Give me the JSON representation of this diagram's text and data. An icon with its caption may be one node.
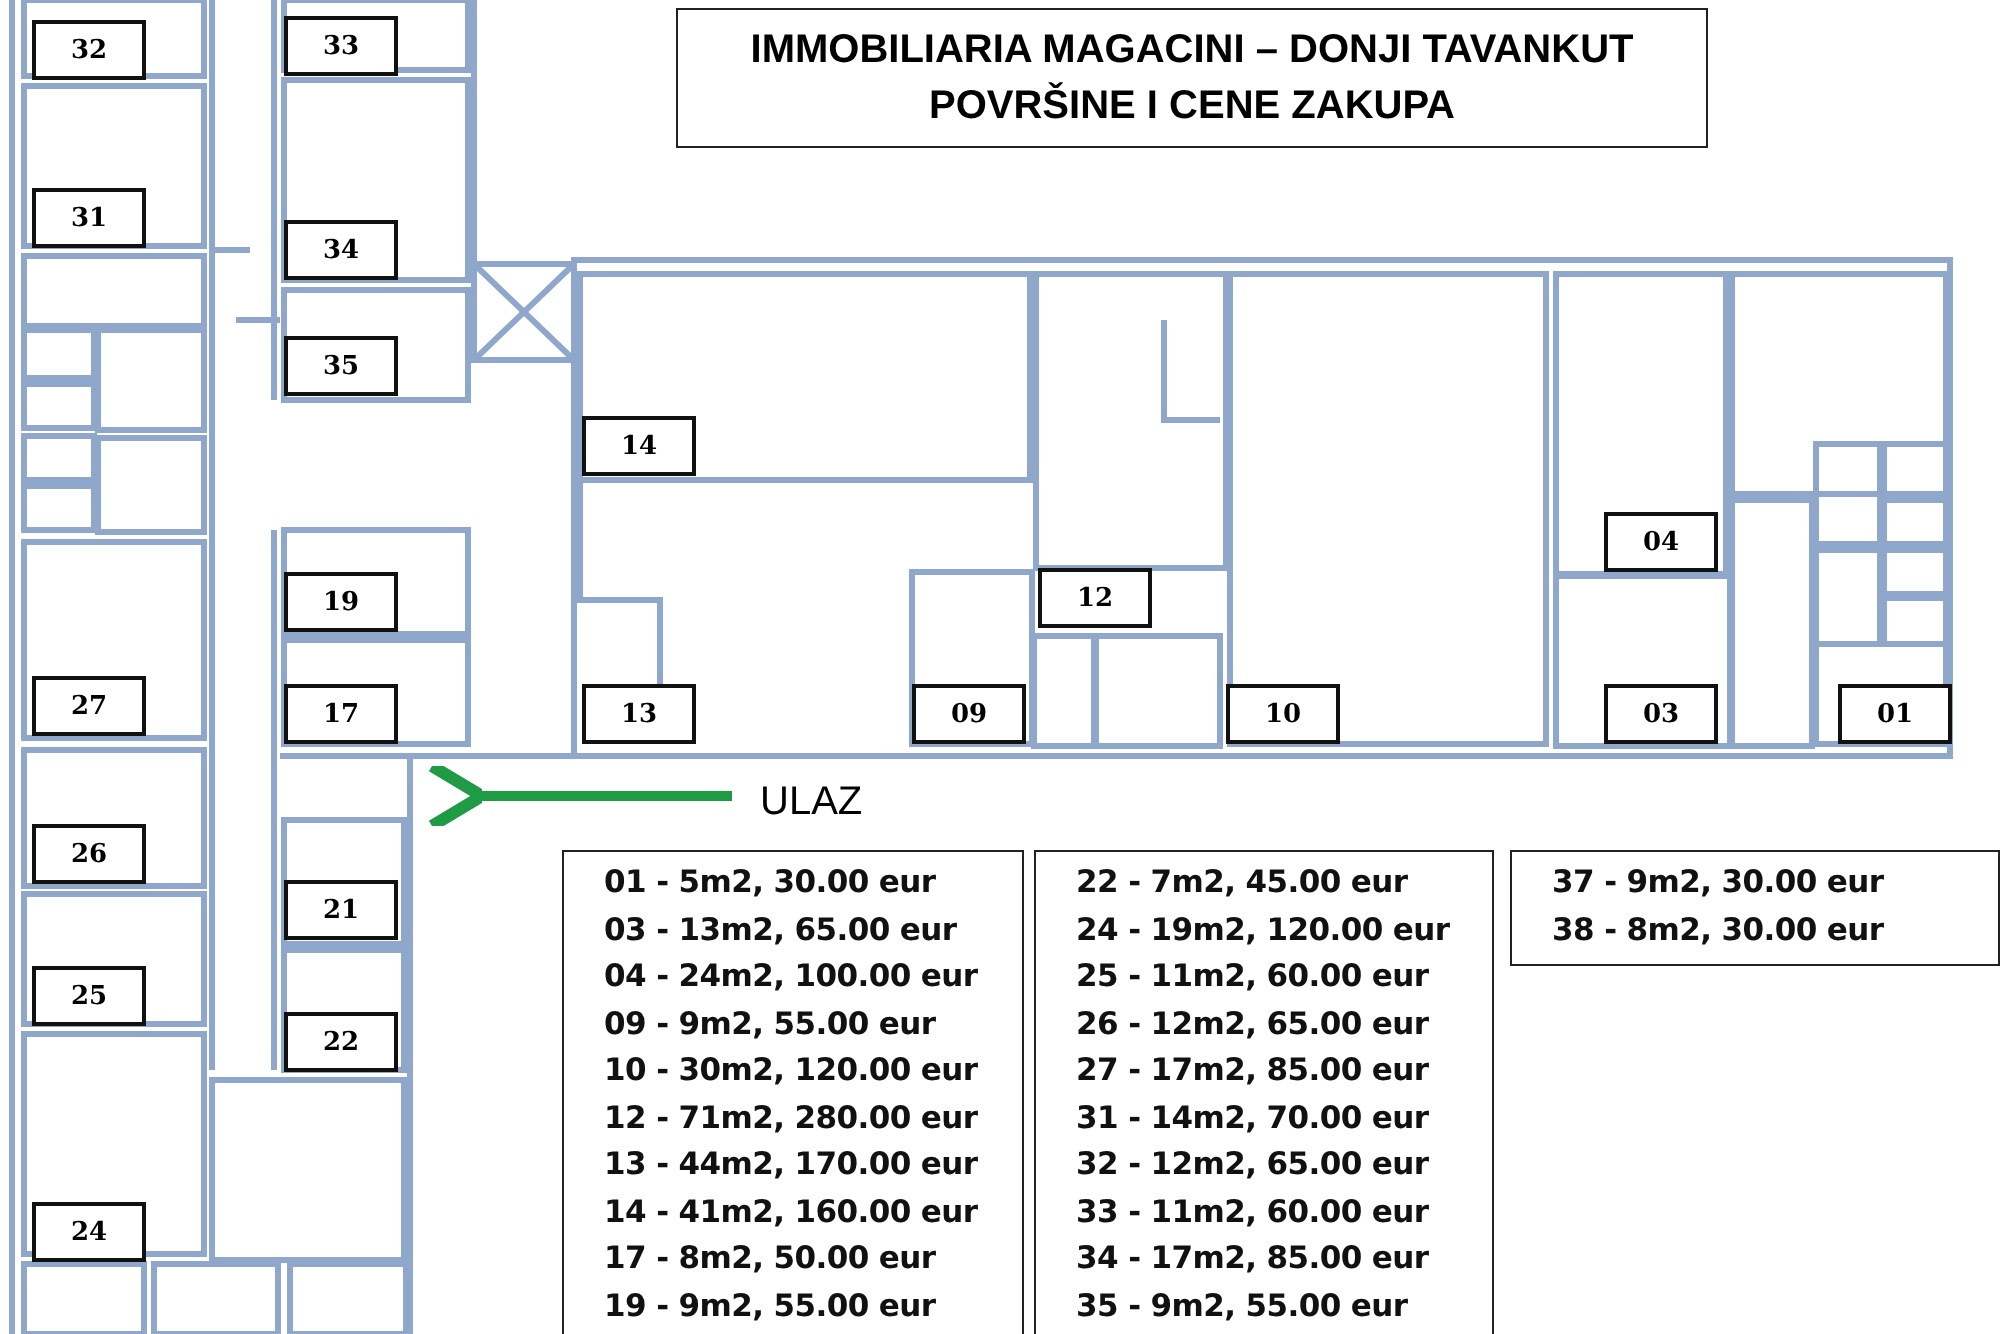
{
  "diagram": {
    "title": "IMMOBILIARIA MAGACINI – DONJI TAVANKUT POVRŠINE I CENE ZAKUPA",
    "labels": [
      "32",
      "33",
      "31",
      "34",
      "35",
      "14",
      "04",
      "19",
      "12",
      "27",
      "17",
      "13",
      "09",
      "10",
      "03",
      "01",
      "ULAZ",
      "26",
      "21",
      "25",
      "22",
      "24",
      "01 - 5m2, 30.00 eur",
      "03 - 13m2, 65.00 eur",
      "04 - 24m2, 100.00 eur",
      "09 - 9m2, 55.00 eur",
      "10 - 30m2, 120.00 eur",
      "12 - 71m2, 280.00 eur",
      "13 - 44m2, 170.00 eur",
      "14 - 41m2, 160.00 eur",
      "17 - 8m2, 50.00 eur",
      "19 - 9m2, 55.00 eur",
      "22 - 7m2, 45.00 eur",
      "24 - 19m2, 120.00 eur",
      "25 - 11m2, 60.00 eur",
      "26 - 12m2, 65.00 eur",
      "27 - 17m2, 85.00 eur",
      "31 - 14m2, 70.00 eur",
      "32 - 12m2, 65.00 eur",
      "33 - 11m2, 60.00 eur",
      "34 - 17m2, 85.00 eur",
      "35 - 9m2, 55.00 eur",
      "37 - 9m2, 30.00 eur",
      "38 - 8m2, 30.00 eur"
    ]
  }
}
